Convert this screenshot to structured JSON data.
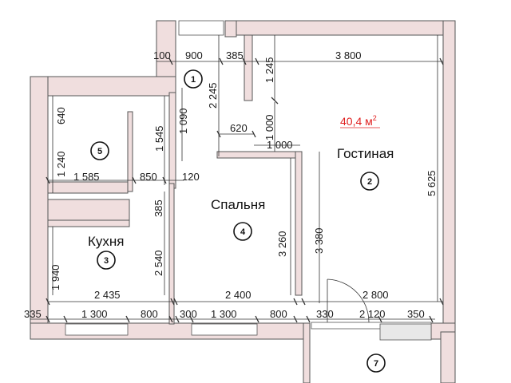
{
  "rooms": {
    "living": {
      "name": "Гостиная",
      "number": "2"
    },
    "bedroom": {
      "name": "Спальня",
      "number": "4"
    },
    "kitchen": {
      "name": "Кухня",
      "number": "3"
    },
    "hall": {
      "number": "1"
    },
    "bathroom": {
      "number": "5"
    },
    "balcony": {
      "number": "7"
    }
  },
  "total_area": {
    "value": "40,4 м",
    "unit_sup": "2"
  },
  "dimensions": {
    "d100": "100",
    "d900": "900",
    "d385_top": "385",
    "d1245": "1 245",
    "d3800": "3 800",
    "d2245": "2 245",
    "d1090": "1 090",
    "d640": "640",
    "d1545": "1 545",
    "d620": "620",
    "d1000_v": "1 000",
    "d1000_h": "1 000",
    "d1240": "1 240",
    "d1585": "1 585",
    "d850": "850",
    "d120": "120",
    "d5625": "5 625",
    "d385_mid": "385",
    "d3260": "3 260",
    "d3380": "3 380",
    "d2540": "2 540",
    "d1940": "1 940",
    "d2435": "2 435",
    "d2400": "2 400",
    "d2800": "2 800",
    "d335": "335",
    "d1300_a": "1 300",
    "d800_a": "800",
    "d300": "300",
    "d1300_b": "1 300",
    "d800_b": "800",
    "d330": "330",
    "d2120": "2 120",
    "d350": "350"
  }
}
